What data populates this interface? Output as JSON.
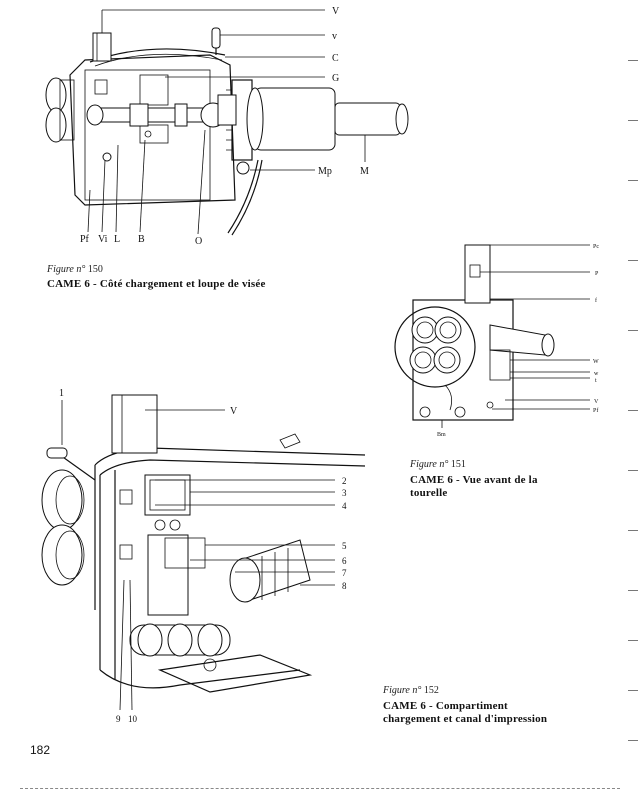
{
  "fig150": {
    "labels": [
      "V",
      "v",
      "C",
      "G",
      "Mp",
      "M",
      "Pf",
      "Vi",
      "L",
      "B",
      "O"
    ],
    "caption_label": "Figure n°",
    "caption_number": "150",
    "caption_title": "CAME 6 - Côté chargement et loupe de visée"
  },
  "fig151": {
    "labels": [
      "Pc",
      "P",
      "f",
      "W",
      "w",
      "t",
      "V",
      "Pf",
      "Bm"
    ],
    "caption_label": "Figure n°",
    "caption_number": "151",
    "caption_title_line1": "CAME 6 - Vue avant de la",
    "caption_title_line2": "tourelle"
  },
  "fig152": {
    "labels": [
      "1",
      "V",
      "2",
      "3",
      "4",
      "5",
      "6",
      "7",
      "8",
      "9",
      "10"
    ],
    "caption_label": "Figure n°",
    "caption_number": "152",
    "caption_title_line1": "CAME 6 - Compartiment",
    "caption_title_line2": "chargement et canal d'impression"
  },
  "page_number": "182"
}
